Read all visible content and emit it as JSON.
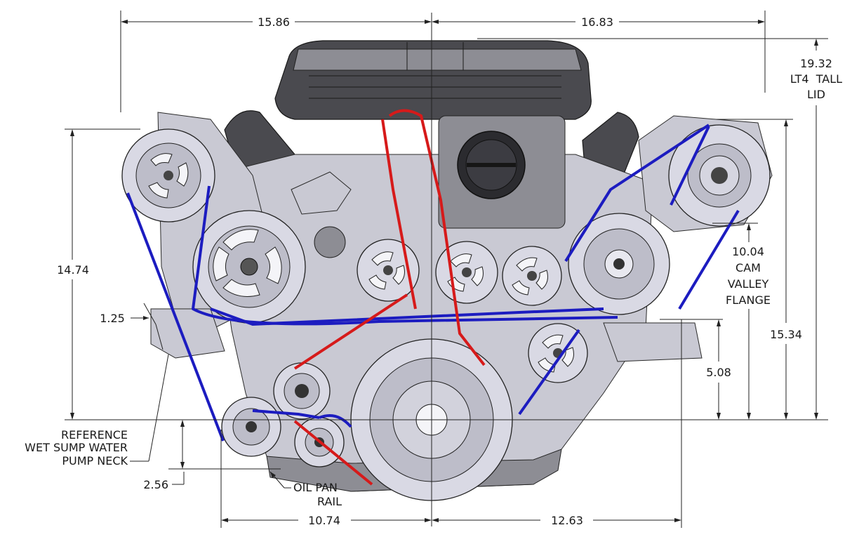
{
  "dimensions": {
    "top_left": "15.86",
    "top_right": "16.83",
    "lid_value": "19.32",
    "lid_label_1": "LT4  TALL",
    "lid_label_2": "LID",
    "left_height": "14.74",
    "left_small": "1.25",
    "cam_value": "10.04",
    "cam_label_1": "CAM",
    "cam_label_2": "VALLEY",
    "cam_label_3": "FLANGE",
    "right_height": "15.34",
    "right_small": "5.08",
    "ref_label_1": "REFERENCE",
    "ref_label_2": "WET SUMP WATER",
    "ref_label_3": "PUMP NECK",
    "bottom_small": "2.56",
    "oil_label_1": "OIL PAN",
    "oil_label_2": "RAIL",
    "bottom_left": "10.74",
    "bottom_right": "12.63"
  },
  "colors": {
    "belt_primary": "#1c1cc0",
    "belt_secondary": "#d61a1a",
    "background": "#ffffff"
  }
}
